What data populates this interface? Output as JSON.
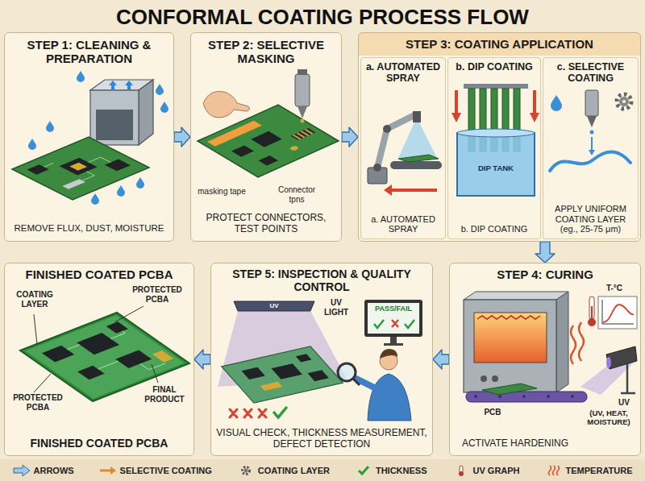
{
  "diagram": {
    "title": "CONFORMAL COATING PROCESS FLOW",
    "nodes": [
      {
        "text": [
          "STEP 1: CLEANING & PREPARATION",
          "REMOVE FLUX, DUST, MOISTURE"
        ]
      },
      {
        "text": [
          "STEP 2: SELECTIVE MASKING",
          "PROTECT CONNECTORS, TEST POINTS"
        ]
      },
      {
        "text": [
          "STEP 3: COATING APPLICATION"
        ]
      },
      {
        "text": [
          "a. AUTOMATED SPRAY",
          "a. AUTOMATED SPRAY"
        ],
        "in": 2
      },
      {
        "text": [
          "b. DIP COATING",
          "b. DIP COATING"
        ],
        "in": 2
      },
      {
        "text": [
          "c. SELECTIVE COATING",
          "APPLY UNIFORM COATING LAYER (eg., 25-75 μm)"
        ],
        "in": 2
      },
      {
        "text": [
          "STEP 4: CURING",
          "ACTIVATE HARDENING"
        ]
      },
      {
        "text": [
          "STEP 5: INSPECTION & QUALITY CONTROL",
          "VISUAL CHECK, THICKNESS MEASUREMENT, DEFECT DETECTION"
        ]
      },
      {
        "text": [
          "FINISHED COATED PCBA",
          "FINISHED COATED PCBA"
        ]
      }
    ],
    "edges": [
      {
        "from": 0,
        "to": 1,
        "arrow": "to"
      },
      {
        "from": 1,
        "to": 2,
        "arrow": "to"
      },
      {
        "from": 2,
        "to": 6,
        "arrow": "to"
      },
      {
        "from": 6,
        "to": 7,
        "arrow": "to"
      },
      {
        "from": 7,
        "to": 8,
        "arrow": "to"
      }
    ],
    "labels": [
      "masking tape",
      "Connector tpns",
      "DIP TANK",
      "T-°C",
      "UV",
      "(UV, HEAT, MOISTURE)",
      "PCB",
      "UV",
      "UV LIGHT",
      "PASS/FAIL",
      "COATING LAYER",
      "PROTECTED PCBA",
      "PROTECTED PCBA",
      "FINAL PRODUCT"
    ],
    "legend": [
      {
        "text": "ARROWS"
      },
      {
        "text": "SELECTIVE COATING"
      },
      {
        "text": "COATING LAYER"
      },
      {
        "text": "THICKNESS"
      },
      {
        "text": "UV GRAPH"
      },
      {
        "text": "TEMPERATURE"
      }
    ]
  }
}
